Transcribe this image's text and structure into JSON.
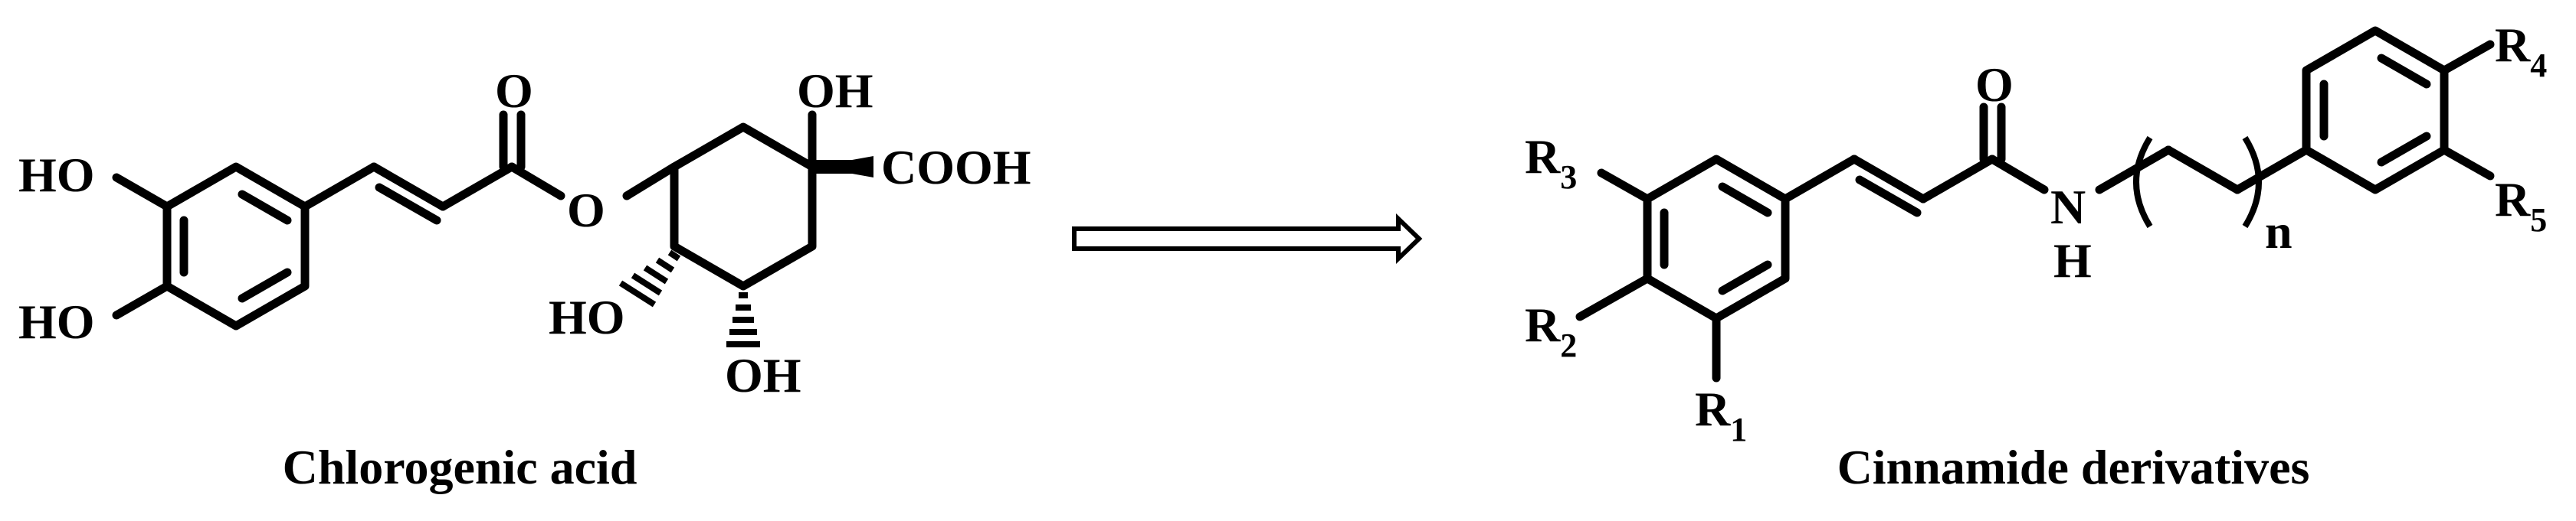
{
  "left_structure": {
    "atoms": {
      "ho_top": "HO",
      "ho_bottom": "HO",
      "carbonyl_o": "O",
      "ester_o": "O",
      "oh_top": "OH",
      "cooh": "COOH",
      "ho_lower": "HO",
      "oh_bottom": "OH"
    },
    "caption": "Chlorogenic acid"
  },
  "right_structure": {
    "atoms": {
      "r3": "R",
      "r3_sub": "3",
      "r2": "R",
      "r2_sub": "2",
      "r1": "R",
      "r1_sub": "1",
      "r4": "R",
      "r4_sub": "4",
      "r5": "R",
      "r5_sub": "5",
      "carbonyl_o": "O",
      "n": "N",
      "h": "H",
      "repeat_n": "n"
    },
    "caption": "Cinnamide derivatives"
  },
  "colors": {
    "ink": "#000000",
    "background": "#ffffff"
  }
}
